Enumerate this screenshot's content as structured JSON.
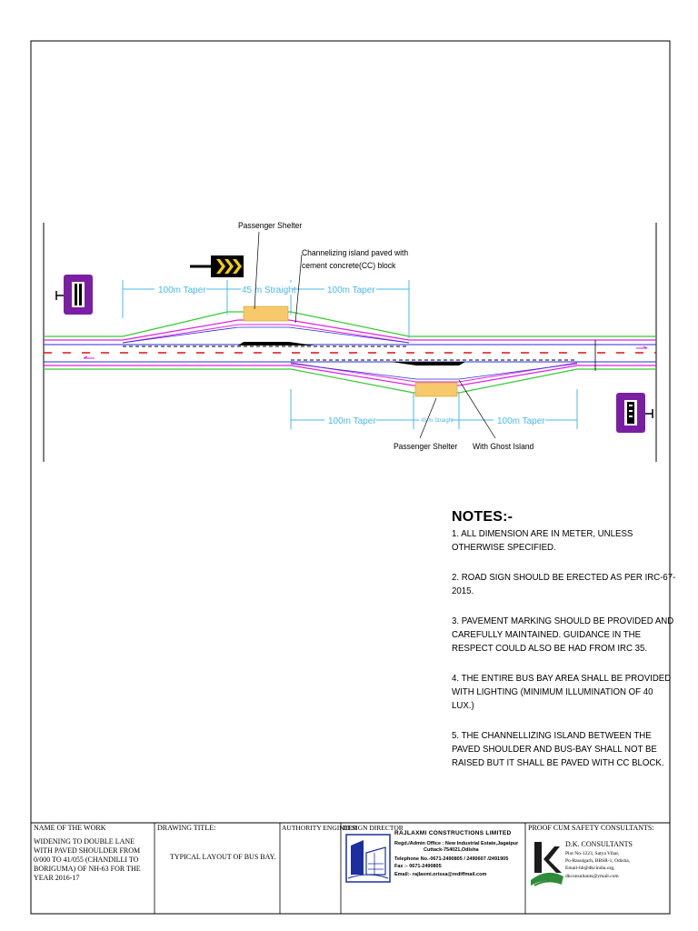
{
  "drawing": {
    "labels": {
      "passenger_shelter_top": "Passenger Shelter",
      "channelizing_line1": "Channelizing island paved with",
      "channelizing_line2": "cement concrete(CC) block",
      "passenger_shelter_bottom": "Passenger Shelter",
      "ghost_island": "With Ghost Island"
    },
    "dims_top": {
      "taper_left": "100m Taper",
      "straight": "45 m Straight",
      "taper_right": "100m Taper"
    },
    "dims_bottom": {
      "taper_left": "100m Taper",
      "straight": "45 m Straight",
      "taper_right": "100m Taper"
    },
    "colors": {
      "lane_magenta": "#e020e0",
      "edge_green": "#33cc33",
      "center_red": "#e01010",
      "sign_purple": "#7b1fa2",
      "shelter_fill": "#f7c96b",
      "dimension": "#4ab8e8"
    },
    "icons": [
      "bus-stop-sign-icon",
      "chevron-warning-sign-icon",
      "bus-stop-sign-icon"
    ]
  },
  "notes": {
    "title": "NOTES:-",
    "items": [
      "1. ALL DIMENSION ARE IN METER, UNLESS OTHERWISE SPECIFIED.",
      "2. ROAD SIGN SHOULD BE ERECTED AS PER IRC-67-2015.",
      "3. PAVEMENT MARKING SHOULD BE PROVIDED AND CAREFULLY MAINTAINED. GUIDANCE IN THE RESPECT COULD ALSO BE HAD FROM IRC 35.",
      "4. THE ENTIRE BUS BAY AREA SHALL BE PROVIDED WITH LIGHTING (MINIMUM ILLUMINATION OF 40 LUX.)",
      "5. THE CHANNELLIZING ISLAND BETWEEN THE PAVED SHOULDER AND BUS-BAY SHALL NOT BE RAISED BUT IT SHALL BE PAVED WITH CC BLOCK."
    ]
  },
  "title_block": {
    "name_of_work_label": "NAME OF THE WORK",
    "name_of_work": "WIDENING TO DOUBLE LANE WITH PAVED SHOULDER FROM 0/000 TO 41/055 (CHANDILLI TO BORIGUMA) OF NH-63 FOR THE YEAR 2016-17",
    "drawing_title_label": "DRAWING TITLE:",
    "drawing_title": "TYPICAL LAYOUT OF BUS BAY.",
    "authority_engineer": "AUTHORITY ENGINEER",
    "design_director": "DESIGN DIRECTOR",
    "contractor_name": "RAJLAXMI CONSTRUCTIONS LIMITED",
    "contractor_office": "Regd./Admin Office : New Industrial Estate,Jagatpur",
    "contractor_city": "Cuttack-754021,Odisha",
    "contractor_phone": "Telephone No.-0671-2490805 / 2490607 /2491905",
    "contractor_fax": "Fax :- 0671-2490805",
    "contractor_email": "Email:- rajlaxmi.orissa@rediffmail.com",
    "consultant_label": "PROOF CUM SAFETY CONSULTANTS:",
    "consultant_name": "D.K. CONSULTANTS",
    "consultant_addr1": "Plot No-1223, Satya Vihar,",
    "consultant_addr2": "Po-Rasulgarh, BBSR-1, Odisha,",
    "consultant_email1": "Email-hb@dkcindia.org,",
    "consultant_email2": "dkconsultants@ymail.com"
  }
}
